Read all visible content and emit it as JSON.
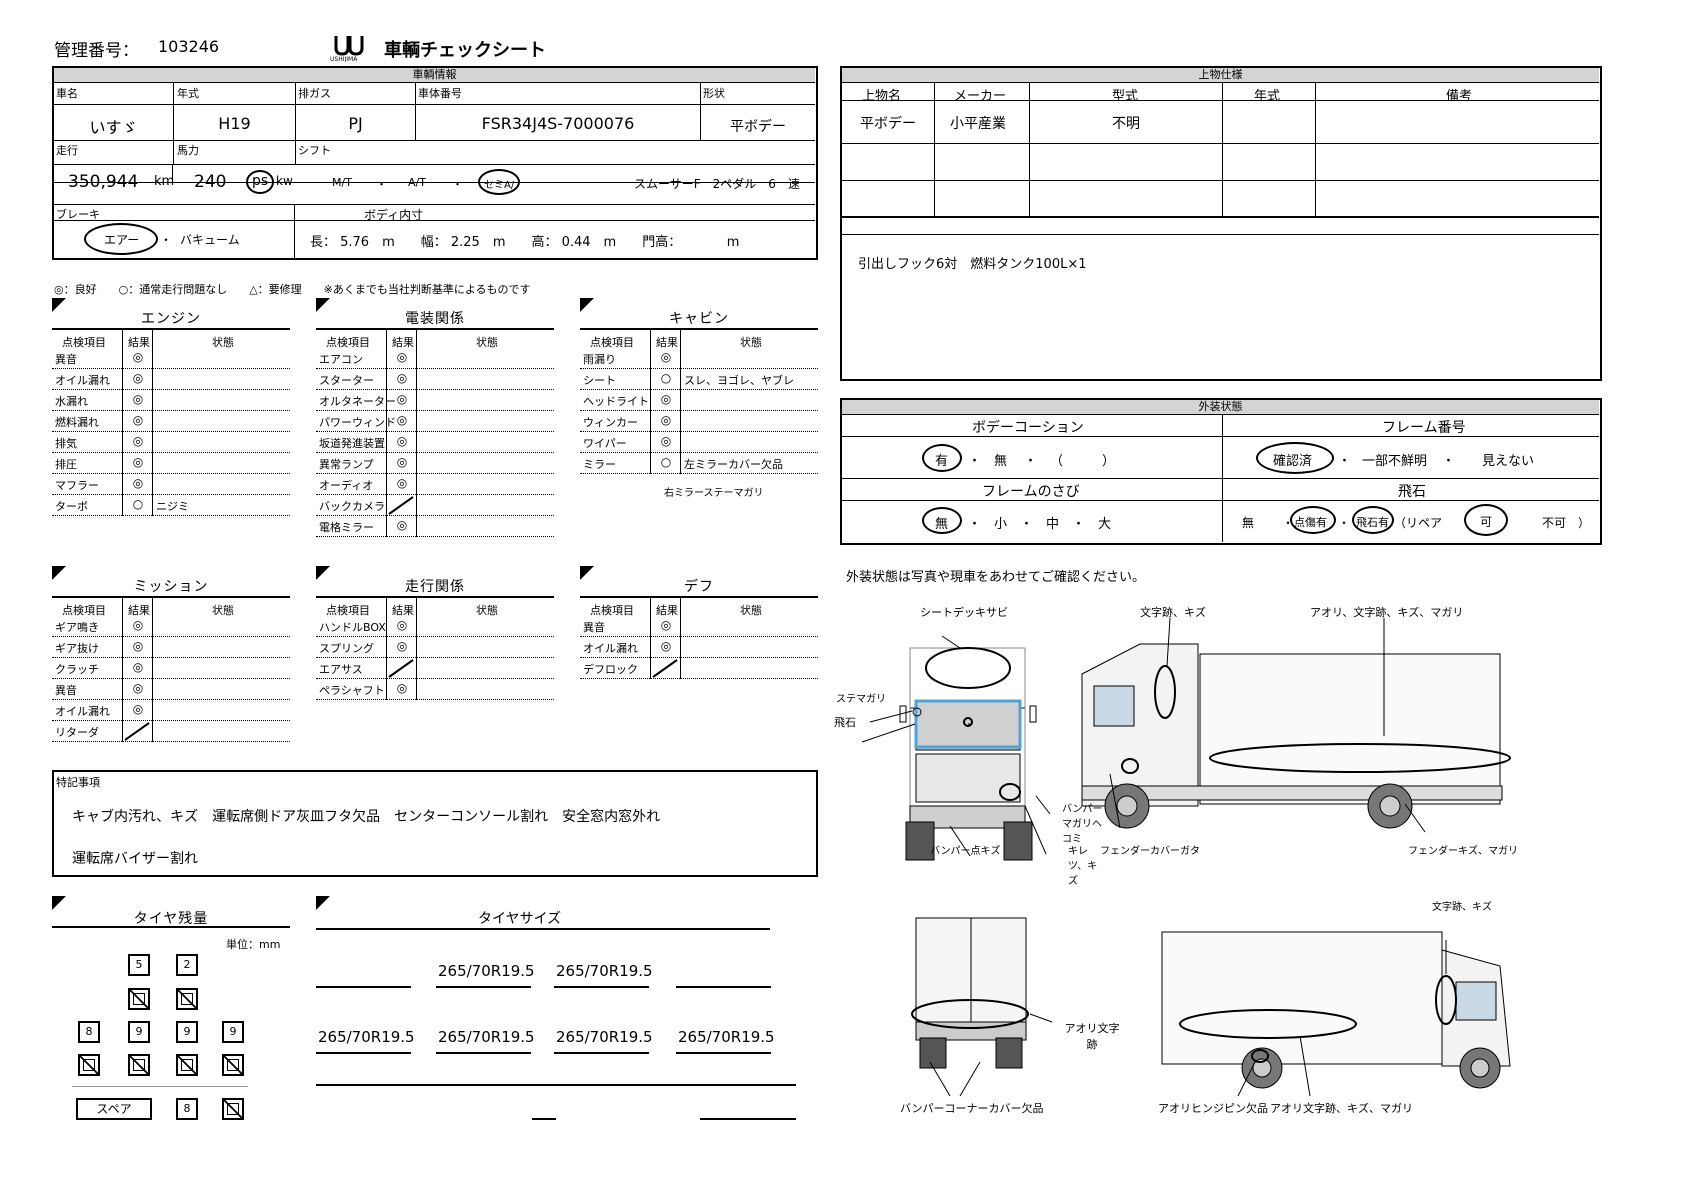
{
  "header": {
    "mgmt_label": "管理番号：",
    "mgmt_no": "103246",
    "logo_text": "USHIJIMA",
    "title": "車輌チェックシート"
  },
  "vehicle": {
    "section_title": "車輌情報",
    "maker_label": "車名",
    "maker": "いすゞ",
    "year_label": "年式",
    "year": "H19",
    "emission_label": "排ガス",
    "emission": "PJ",
    "chassis_label": "車体番号",
    "chassis": "FSR34J4S-7000076",
    "shape_label": "形状",
    "shape": "平ボデー",
    "mileage_label": "走行",
    "mileage": "350,944",
    "mileage_unit": "km",
    "hp_label": "馬力",
    "hp": "240",
    "hp_ps": "ps",
    "hp_kw": "kw",
    "shift_label": "シフト",
    "shift_mt": "M/T",
    "shift_dot1": "・",
    "shift_at": "A/T",
    "shift_dot2": "・",
    "shift_semi": "セミA/",
    "shift_detail": "スムーサーF　2ペダル　6　速",
    "brake_label": "ブレーキ",
    "brake_air": "エアー",
    "brake_vac": "バキューム",
    "body_label": "ボディ内寸",
    "body_dims": "長： 5.76　m　　幅： 2.25　m　　高： 0.44　m　　門高：　　　　m"
  },
  "upper": {
    "section_title": "上物仕様",
    "headers": [
      "上物名",
      "メーカー",
      "型式",
      "年式",
      "備考"
    ],
    "row1": [
      "平ボデー",
      "小平産業",
      "不明",
      "",
      ""
    ],
    "notes": "引出しフック6対　燃料タンク100L×1"
  },
  "legend": "◎：良好　　○：通常走行問題なし　　△：要修理　　※あくまでも当社判断基準によるものです",
  "checks": {
    "col_item": "点検項目",
    "col_result": "結果",
    "col_state": "状態",
    "engine": {
      "title": "エンジン",
      "rows": [
        {
          "n": "異音",
          "r": "◎",
          "s": ""
        },
        {
          "n": "オイル漏れ",
          "r": "◎",
          "s": ""
        },
        {
          "n": "水漏れ",
          "r": "◎",
          "s": ""
        },
        {
          "n": "燃料漏れ",
          "r": "◎",
          "s": ""
        },
        {
          "n": "排気",
          "r": "◎",
          "s": ""
        },
        {
          "n": "排圧",
          "r": "◎",
          "s": ""
        },
        {
          "n": "マフラー",
          "r": "◎",
          "s": ""
        },
        {
          "n": "ターボ",
          "r": "○",
          "s": "ニジミ"
        }
      ]
    },
    "electric": {
      "title": "電装関係",
      "rows": [
        {
          "n": "エアコン",
          "r": "◎",
          "s": ""
        },
        {
          "n": "スターター",
          "r": "◎",
          "s": ""
        },
        {
          "n": "オルタネーター",
          "r": "◎",
          "s": ""
        },
        {
          "n": "パワーウィンド",
          "r": "◎",
          "s": ""
        },
        {
          "n": "坂道発進装置",
          "r": "◎",
          "s": ""
        },
        {
          "n": "異常ランプ",
          "r": "◎",
          "s": ""
        },
        {
          "n": "オーディオ",
          "r": "◎",
          "s": ""
        },
        {
          "n": "バックカメラ",
          "r": "",
          "s": ""
        },
        {
          "n": "電格ミラー",
          "r": "◎",
          "s": ""
        }
      ]
    },
    "cabin": {
      "title": "キャビン",
      "rows": [
        {
          "n": "雨漏り",
          "r": "◎",
          "s": ""
        },
        {
          "n": "シート",
          "r": "○",
          "s": "スレ、ヨゴレ、ヤブレ"
        },
        {
          "n": "ヘッドライト",
          "r": "◎",
          "s": ""
        },
        {
          "n": "ウィンカー",
          "r": "◎",
          "s": ""
        },
        {
          "n": "ワイパー",
          "r": "◎",
          "s": ""
        },
        {
          "n": "ミラー",
          "r": "○",
          "s": "左ミラーカバー欠品"
        }
      ],
      "extra": "右ミラーステーマガリ"
    },
    "mission": {
      "title": "ミッション",
      "rows": [
        {
          "n": "ギア鳴き",
          "r": "◎",
          "s": ""
        },
        {
          "n": "ギア抜け",
          "r": "◎",
          "s": ""
        },
        {
          "n": "クラッチ",
          "r": "◎",
          "s": ""
        },
        {
          "n": "異音",
          "r": "◎",
          "s": ""
        },
        {
          "n": "オイル漏れ",
          "r": "◎",
          "s": ""
        },
        {
          "n": "リターダ",
          "r": "",
          "s": ""
        }
      ]
    },
    "drive": {
      "title": "走行関係",
      "rows": [
        {
          "n": "ハンドルBOX",
          "r": "◎",
          "s": ""
        },
        {
          "n": "スプリング",
          "r": "◎",
          "s": ""
        },
        {
          "n": "エアサス",
          "r": "",
          "s": ""
        },
        {
          "n": "ペラシャフト",
          "r": "◎",
          "s": ""
        }
      ]
    },
    "diff": {
      "title": "デフ",
      "rows": [
        {
          "n": "異音",
          "r": "◎",
          "s": ""
        },
        {
          "n": "オイル漏れ",
          "r": "◎",
          "s": ""
        },
        {
          "n": "デフロック",
          "r": "",
          "s": ""
        }
      ]
    }
  },
  "exterior": {
    "section_title": "外装状態",
    "coating_label": "ボデーコーション",
    "coating_opts": "有　・　無　・　（　　　）",
    "coating_sel": "有",
    "coating_dot1": "・",
    "coating_none": "無",
    "coating_dot2": "・",
    "coating_paren": "（　　　）",
    "frame_no_label": "フレーム番号",
    "frame_sel": "確認済",
    "frame_dot1": "・",
    "frame_part": "一部不鮮明",
    "frame_dot2": "・",
    "frame_none": "見えない",
    "rust_label": "フレームのさび",
    "rust_sel": "無",
    "rust_rest": "・　小　・　中　・　大",
    "stone_label": "飛石",
    "stone_none": "無",
    "stone_dot1": "・",
    "stone_pt": "点傷有",
    "stone_dot2": "・",
    "stone_fly": "飛石有",
    "stone_repair": "（リペア",
    "stone_ok": "可",
    "stone_ng": "不可　）",
    "note": "外装状態は写真や現車をあわせてご確認ください。"
  },
  "special": {
    "label": "特記事項",
    "line1": "キャブ内汚れ、キズ　運転席側ドア灰皿フタ欠品　センターコンソール割れ　安全窓内窓外れ",
    "line2": "運転席バイザー割れ"
  },
  "tires": {
    "remain_title": "タイヤ残量",
    "unit": "単位：mm",
    "size_title": "タイヤサイズ",
    "spare": "スペア",
    "front": [
      "5",
      "2"
    ],
    "rear": [
      "8",
      "9",
      "9",
      "9"
    ],
    "spare_val": "8",
    "sizes_front": [
      "265/70R19.5",
      "265/70R19.5"
    ],
    "sizes_rear": [
      "265/70R19.5",
      "265/70R19.5",
      "265/70R19.5",
      "265/70R19.5"
    ]
  },
  "diagram": {
    "front_top": "シートデッキサビ",
    "front_l1": "ステマガリ",
    "front_l2": "飛石",
    "front_r1": "バンパーマガリヘコミ",
    "front_b1": "バンパー点キズ",
    "front_b2": "キレツ、キズ",
    "side1_t1": "文字跡、キズ",
    "side1_t2": "アオリ、文字跡、キズ、マガリ",
    "side1_b1": "フェンダーカバーガタ",
    "side1_b2": "フェンダーキズ、マガリ",
    "rear_r": "アオリ文字跡",
    "rear_b": "バンパーコーナーカバー欠品",
    "side2_t": "文字跡、キズ",
    "side2_b1": "アオリヒンジピン欠品",
    "side2_b2": "アオリ文字跡、キズ、マガリ"
  }
}
